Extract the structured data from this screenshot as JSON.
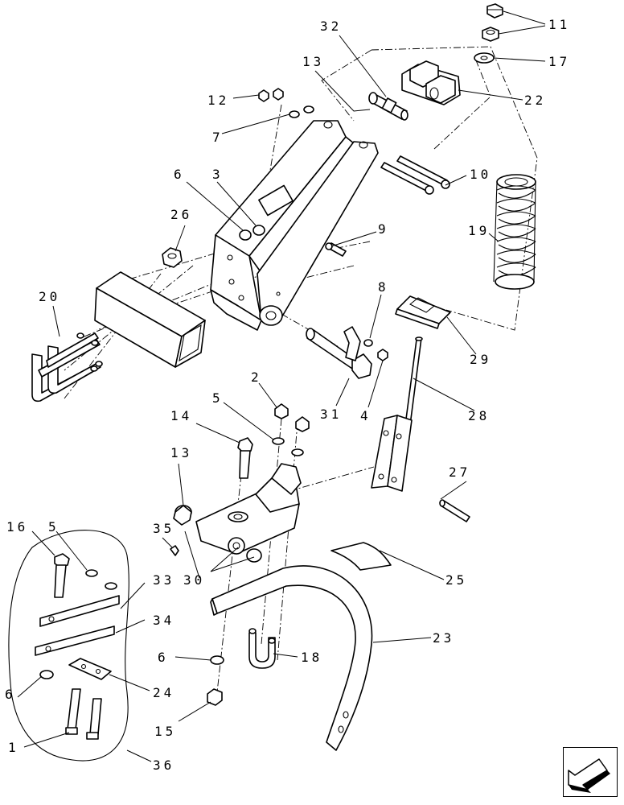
{
  "callouts": [
    {
      "id": "c11",
      "text": "11"
    },
    {
      "id": "c17",
      "text": "17"
    },
    {
      "id": "c32",
      "text": "32"
    },
    {
      "id": "c22",
      "text": "22"
    },
    {
      "id": "c13a",
      "text": "13"
    },
    {
      "id": "c12",
      "text": "12"
    },
    {
      "id": "c7",
      "text": "7"
    },
    {
      "id": "c10",
      "text": "10"
    },
    {
      "id": "c6a",
      "text": "6"
    },
    {
      "id": "c3",
      "text": "3"
    },
    {
      "id": "c26",
      "text": "26"
    },
    {
      "id": "c19",
      "text": "19"
    },
    {
      "id": "c9",
      "text": "9"
    },
    {
      "id": "c20",
      "text": "20"
    },
    {
      "id": "c8",
      "text": "8"
    },
    {
      "id": "c29",
      "text": "29"
    },
    {
      "id": "c2",
      "text": "2"
    },
    {
      "id": "c31",
      "text": "31"
    },
    {
      "id": "c4",
      "text": "4"
    },
    {
      "id": "c28",
      "text": "28"
    },
    {
      "id": "c5a",
      "text": "5"
    },
    {
      "id": "c14",
      "text": "14"
    },
    {
      "id": "c13b",
      "text": "13"
    },
    {
      "id": "c27",
      "text": "27"
    },
    {
      "id": "c16",
      "text": "16"
    },
    {
      "id": "c5b",
      "text": "5"
    },
    {
      "id": "c35",
      "text": "35"
    },
    {
      "id": "c30",
      "text": "30"
    },
    {
      "id": "c25",
      "text": "25"
    },
    {
      "id": "c33",
      "text": "33"
    },
    {
      "id": "c34",
      "text": "34"
    },
    {
      "id": "c23",
      "text": "23"
    },
    {
      "id": "c6b",
      "text": "6"
    },
    {
      "id": "c18",
      "text": "18"
    },
    {
      "id": "c24",
      "text": "24"
    },
    {
      "id": "c6c",
      "text": "6"
    },
    {
      "id": "c15",
      "text": "15"
    },
    {
      "id": "c1",
      "text": "1"
    },
    {
      "id": "c36",
      "text": "36"
    }
  ],
  "nav_icon": "previous-page-arrow-icon"
}
